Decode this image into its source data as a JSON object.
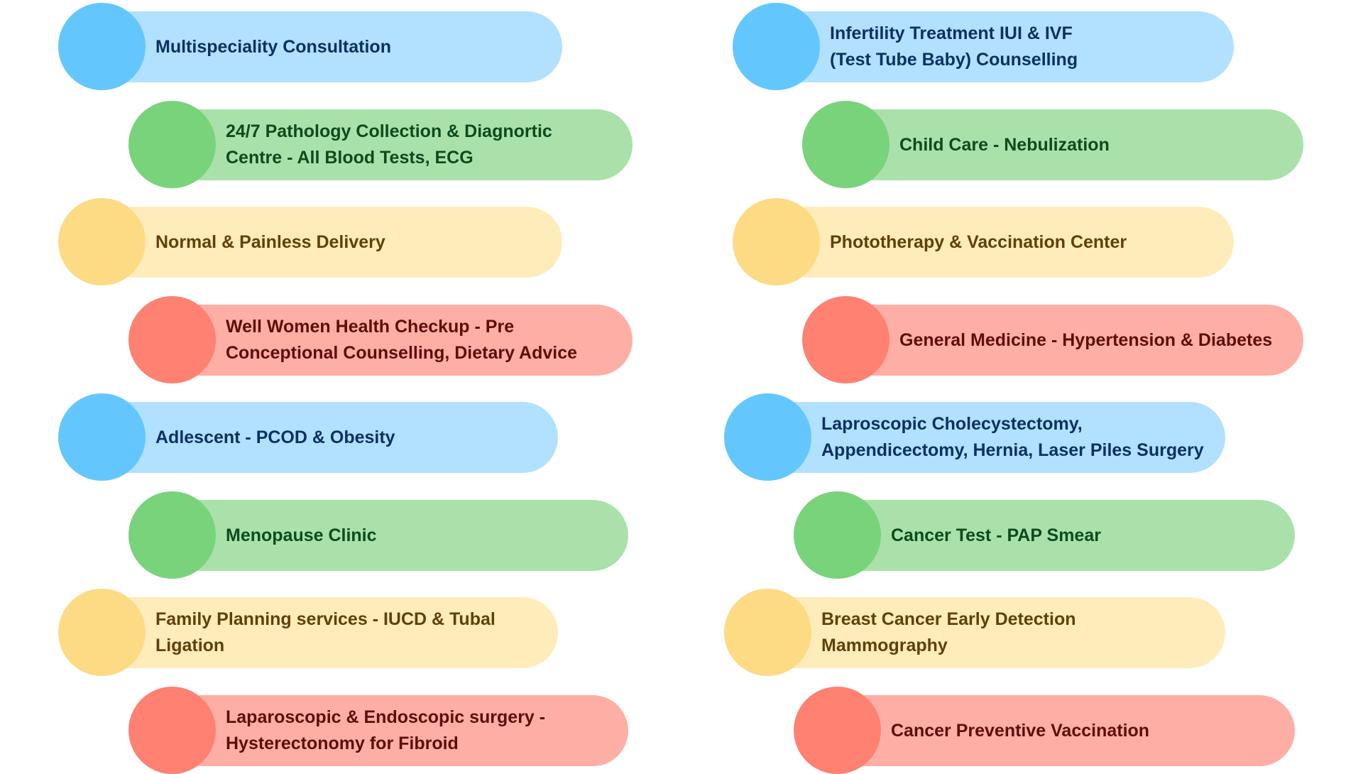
{
  "palette": {
    "blue": {
      "bar": "#b1e1fe",
      "dot": "#63c7fd",
      "text": "#0f2f63"
    },
    "green": {
      "bar": "#aae1ab",
      "dot": "#79d37a",
      "text": "#0d4b1e"
    },
    "yellow": {
      "bar": "#feecbb",
      "dot": "#fcdb84",
      "text": "#60400a"
    },
    "red": {
      "bar": "#fdafa6",
      "dot": "#fe8171",
      "text": "#620b0b"
    }
  },
  "services": {
    "left": [
      {
        "label": "Multispeciality Consultation",
        "color": "blue"
      },
      {
        "label": "24/7 Pathology Collection & Diagnortic\nCentre - All Blood Tests, ECG",
        "color": "green"
      },
      {
        "label": "Normal & Painless Delivery",
        "color": "yellow"
      },
      {
        "label": "Well Women Health Checkup - Pre\nConceptional Counselling, Dietary Advice",
        "color": "red"
      },
      {
        "label": "Adlescent - PCOD & Obesity",
        "color": "blue"
      },
      {
        "label": "Menopause Clinic",
        "color": "green"
      },
      {
        "label": "Family Planning services - IUCD & Tubal\nLigation",
        "color": "yellow"
      },
      {
        "label": "Laparoscopic & Endoscopic surgery -\nHysterectonomy for Fibroid",
        "color": "red"
      }
    ],
    "right": [
      {
        "label": "Infertility Treatment IUI & IVF\n(Test Tube Baby) Counselling",
        "color": "blue"
      },
      {
        "label": "Child Care - Nebulization",
        "color": "green"
      },
      {
        "label": "Phototherapy & Vaccination Center",
        "color": "yellow"
      },
      {
        "label": "General Medicine - Hypertension & Diabetes",
        "color": "red"
      },
      {
        "label": "Lapr​oscopic Cholecystectomy,\nAppendicectomy, Hernia, Laser Piles Surgery",
        "color": "blue"
      },
      {
        "label": "Cancer  Test - PAP Smear",
        "color": "green"
      },
      {
        "label": "Breast Cancer Early Detection\nMammography",
        "color": "yellow"
      },
      {
        "label": "Cancer Preventive Vaccination",
        "color": "red"
      }
    ]
  }
}
